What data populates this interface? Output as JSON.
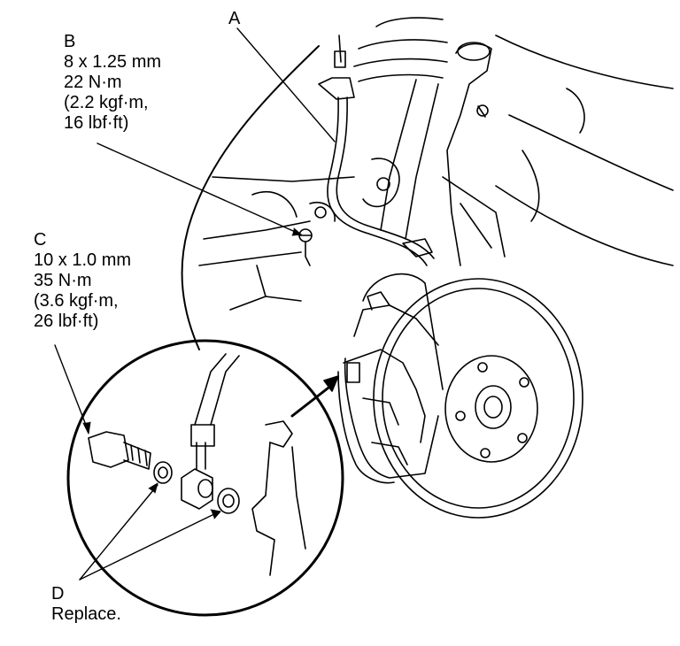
{
  "callouts": {
    "A": {
      "letter": "A"
    },
    "B": {
      "letter": "B",
      "lines": [
        "8 x 1.25 mm",
        "22 N·m",
        "(2.2 kgf·m,",
        "16 lbf·ft)"
      ]
    },
    "C": {
      "letter": "C",
      "lines": [
        "10 x 1.0 mm",
        "35 N·m",
        "(3.6 kgf·m,",
        "26 lbf·ft)"
      ]
    },
    "D": {
      "letter": "D",
      "note": "Replace."
    }
  },
  "colors": {
    "ink": "#000000",
    "paper": "#ffffff"
  }
}
